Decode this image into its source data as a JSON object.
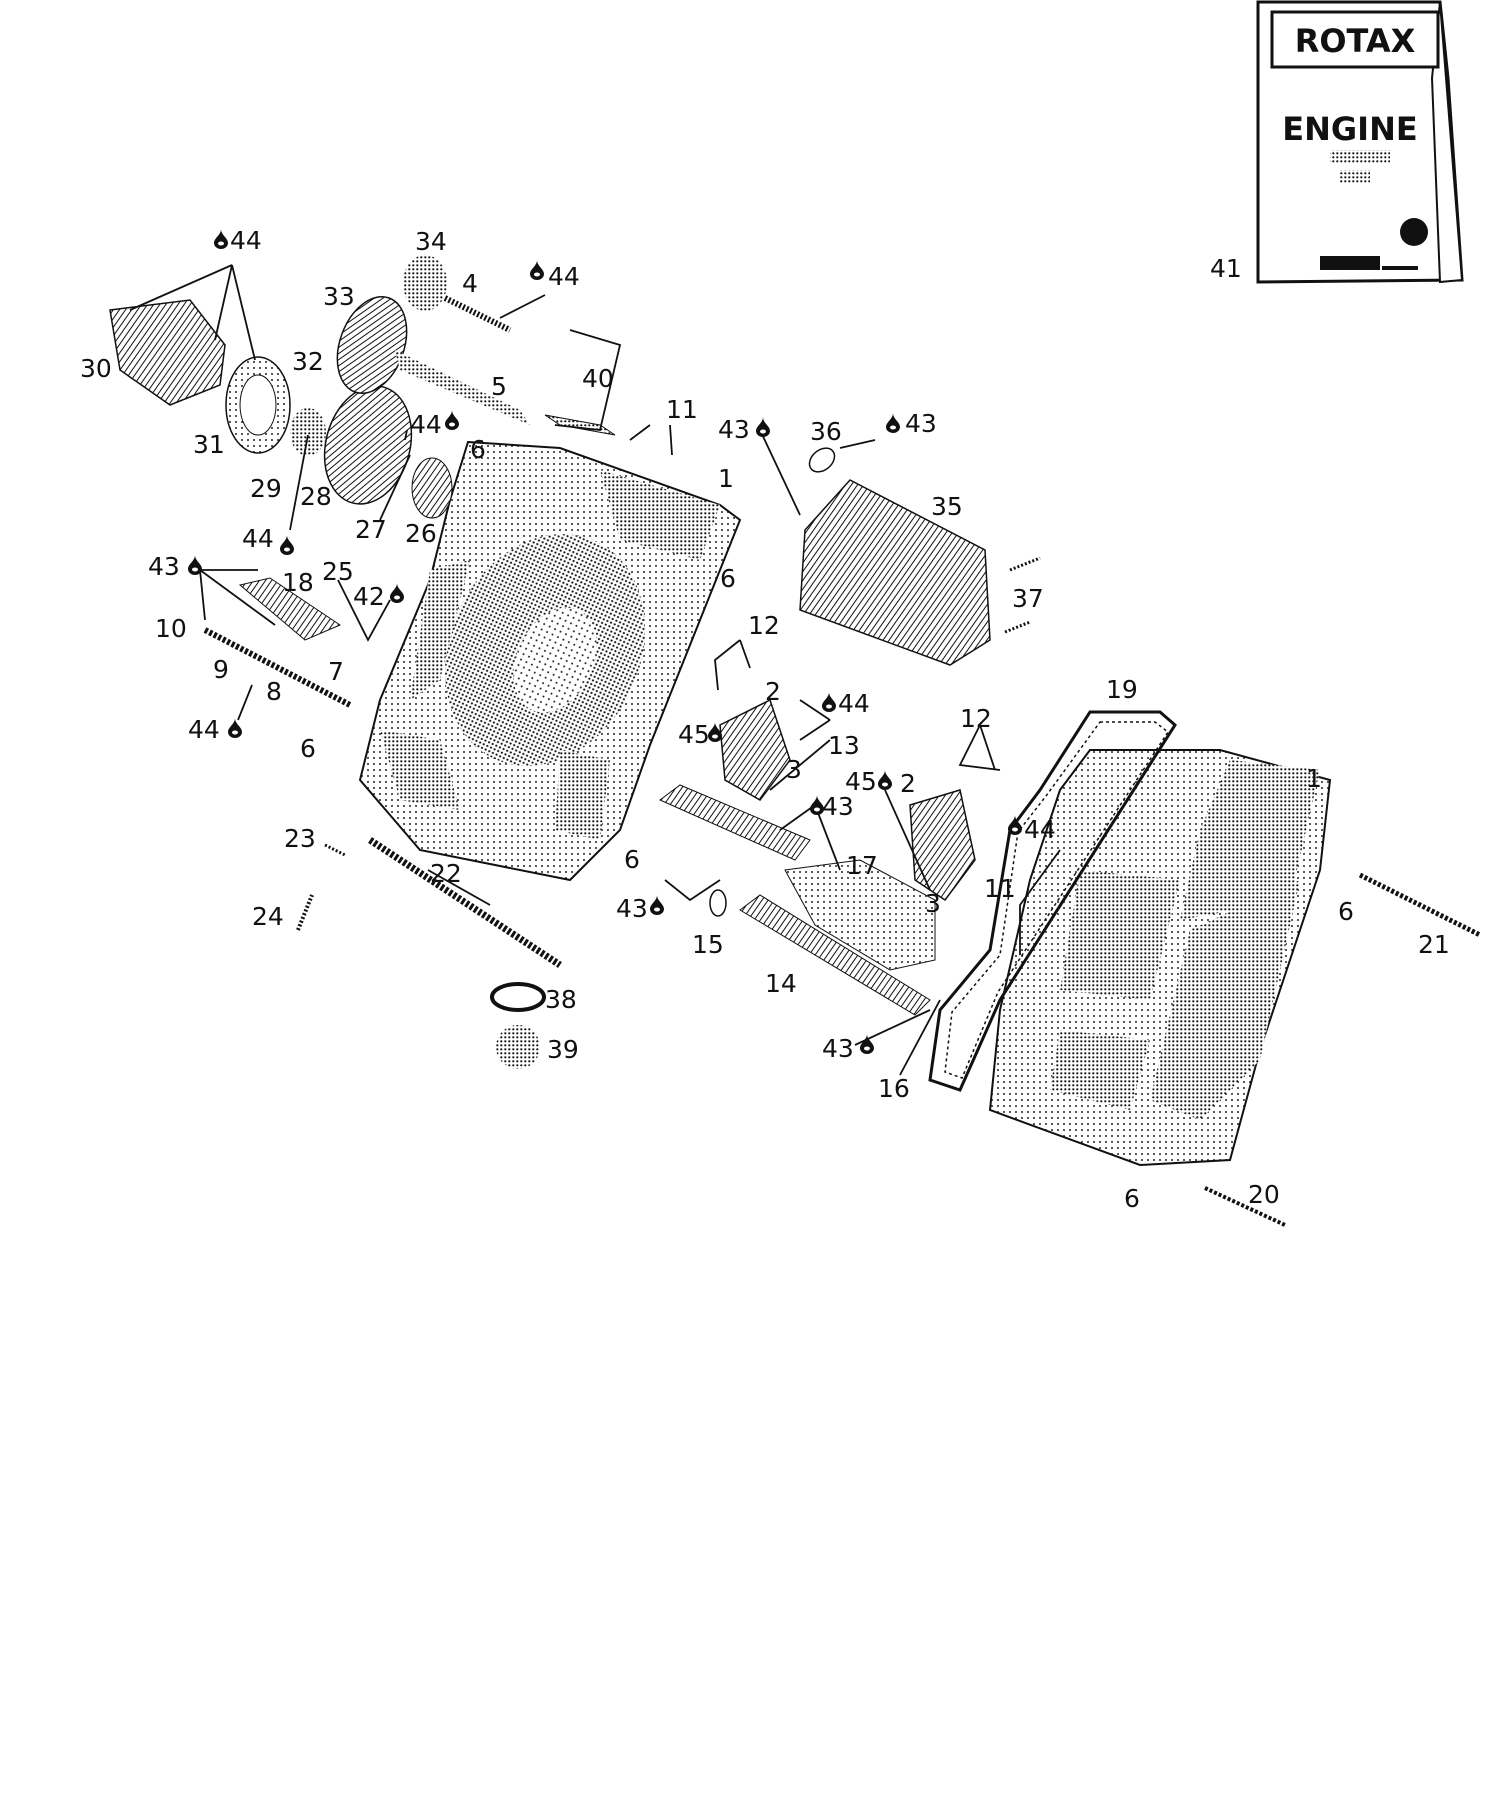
{
  "oil_box": {
    "brand": "ROTAX",
    "product": "ENGINE",
    "line1": "",
    "line2": ""
  },
  "callouts": [
    {
      "id": "c-1a",
      "text": "1"
    },
    {
      "id": "c-1b",
      "text": "1"
    },
    {
      "id": "c-2a",
      "text": "2"
    },
    {
      "id": "c-2b",
      "text": "2"
    },
    {
      "id": "c-3a",
      "text": "3"
    },
    {
      "id": "c-3b",
      "text": "3"
    },
    {
      "id": "c-4",
      "text": "4"
    },
    {
      "id": "c-5",
      "text": "5"
    },
    {
      "id": "c-6a",
      "text": "6"
    },
    {
      "id": "c-6b",
      "text": "6"
    },
    {
      "id": "c-6c",
      "text": "6"
    },
    {
      "id": "c-6d",
      "text": "6"
    },
    {
      "id": "c-6e",
      "text": "6"
    },
    {
      "id": "c-6f",
      "text": "6"
    },
    {
      "id": "c-7",
      "text": "7"
    },
    {
      "id": "c-8",
      "text": "8"
    },
    {
      "id": "c-9",
      "text": "9"
    },
    {
      "id": "c-10",
      "text": "10"
    },
    {
      "id": "c-11a",
      "text": "11"
    },
    {
      "id": "c-11b",
      "text": "11"
    },
    {
      "id": "c-12a",
      "text": "12"
    },
    {
      "id": "c-12b",
      "text": "12"
    },
    {
      "id": "c-13",
      "text": "13"
    },
    {
      "id": "c-14",
      "text": "14"
    },
    {
      "id": "c-15",
      "text": "15"
    },
    {
      "id": "c-16",
      "text": "16"
    },
    {
      "id": "c-17",
      "text": "17"
    },
    {
      "id": "c-18",
      "text": "18"
    },
    {
      "id": "c-19",
      "text": "19"
    },
    {
      "id": "c-20",
      "text": "20"
    },
    {
      "id": "c-21",
      "text": "21"
    },
    {
      "id": "c-22",
      "text": "22"
    },
    {
      "id": "c-23",
      "text": "23"
    },
    {
      "id": "c-24",
      "text": "24"
    },
    {
      "id": "c-25",
      "text": "25"
    },
    {
      "id": "c-26",
      "text": "26"
    },
    {
      "id": "c-27",
      "text": "27"
    },
    {
      "id": "c-28",
      "text": "28"
    },
    {
      "id": "c-29",
      "text": "29"
    },
    {
      "id": "c-30",
      "text": "30"
    },
    {
      "id": "c-31",
      "text": "31"
    },
    {
      "id": "c-32",
      "text": "32"
    },
    {
      "id": "c-33",
      "text": "33"
    },
    {
      "id": "c-34",
      "text": "34"
    },
    {
      "id": "c-35",
      "text": "35"
    },
    {
      "id": "c-36",
      "text": "36"
    },
    {
      "id": "c-37",
      "text": "37"
    },
    {
      "id": "c-38",
      "text": "38"
    },
    {
      "id": "c-39",
      "text": "39"
    },
    {
      "id": "c-40",
      "text": "40"
    },
    {
      "id": "c-41",
      "text": "41"
    },
    {
      "id": "c-42",
      "text": "42"
    },
    {
      "id": "c-43a",
      "text": "43"
    },
    {
      "id": "c-43b",
      "text": "43"
    },
    {
      "id": "c-43c",
      "text": "43"
    },
    {
      "id": "c-43d",
      "text": "43"
    },
    {
      "id": "c-43e",
      "text": "43"
    },
    {
      "id": "c-43f",
      "text": "43"
    },
    {
      "id": "c-44a",
      "text": "44"
    },
    {
      "id": "c-44b",
      "text": "44"
    },
    {
      "id": "c-44c",
      "text": "44"
    },
    {
      "id": "c-44d",
      "text": "44"
    },
    {
      "id": "c-44e",
      "text": "44"
    },
    {
      "id": "c-44f",
      "text": "44"
    },
    {
      "id": "c-44g",
      "text": "44"
    },
    {
      "id": "c-45a",
      "text": "45"
    },
    {
      "id": "c-45b",
      "text": "45"
    }
  ],
  "icons": {
    "sealant": "sealant-drop-icon"
  },
  "colors": {
    "ink": "#111111",
    "paper": "#ffffff"
  }
}
